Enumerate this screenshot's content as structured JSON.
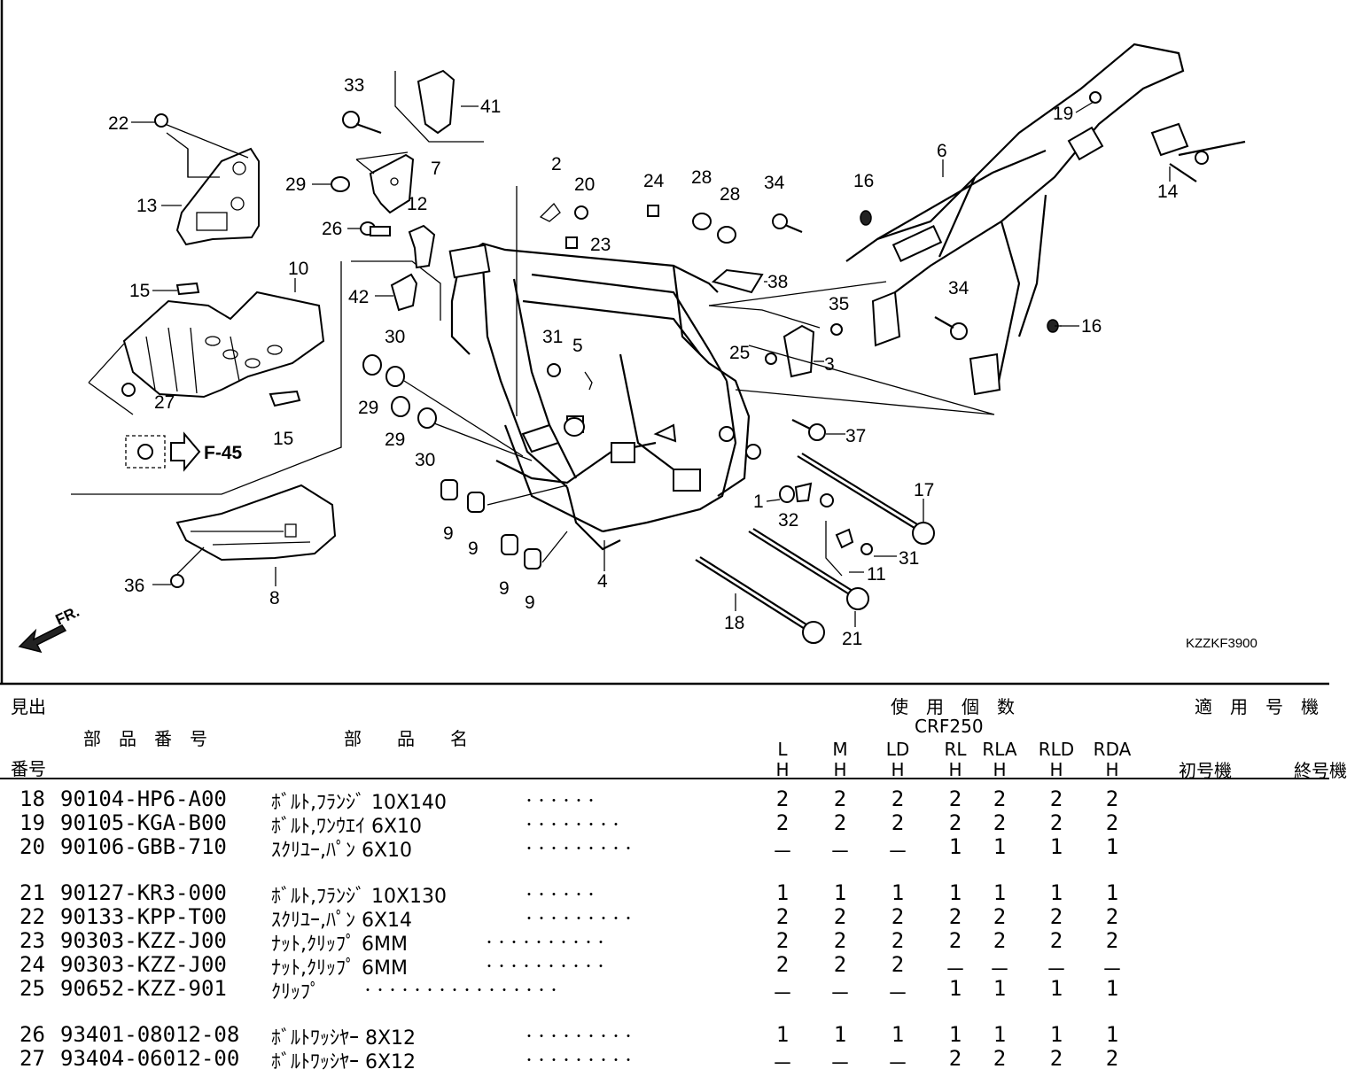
{
  "diagram": {
    "drawing_code": "KZZKF3900",
    "ref_label": "F-45",
    "front_label": "FR.",
    "callouts": [
      "22",
      "13",
      "33",
      "41",
      "29",
      "7",
      "26",
      "12",
      "42",
      "15",
      "10",
      "27",
      "15",
      "36",
      "8",
      "2",
      "20",
      "24",
      "28",
      "28",
      "23",
      "34",
      "16",
      "6",
      "19",
      "14",
      "38",
      "35",
      "25",
      "3",
      "34",
      "16",
      "31",
      "5",
      "30",
      "29",
      "29",
      "30",
      "9",
      "9",
      "9",
      "9",
      "4",
      "1",
      "32",
      "37",
      "17",
      "31",
      "11",
      "18",
      "21"
    ]
  },
  "table": {
    "headers": {
      "ref_top": "見出",
      "ref_bottom": "番号",
      "part_no": "部　品　番　号",
      "part_name": "部　　品　　名",
      "qty_title": "使　用　個　数",
      "model": "CRF250",
      "serial_title": "適　用　号　機",
      "first_serial": "初号機",
      "last_serial": "終号機"
    },
    "qty_columns": [
      {
        "top": "L",
        "bottom": "H"
      },
      {
        "top": "M",
        "bottom": "H"
      },
      {
        "top": "LD",
        "bottom": "H"
      },
      {
        "top": "RL",
        "bottom": "H"
      },
      {
        "top": "RLA",
        "bottom": "H"
      },
      {
        "top": "RLD",
        "bottom": "H"
      },
      {
        "top": "RDA",
        "bottom": "H"
      }
    ],
    "rows": [
      {
        "ref": "18",
        "part": "90104-HP6-A00",
        "name": "ﾎﾞﾙﾄ,ﾌﾗﾝｼﾞ 10X140",
        "dots": "・・・・・・",
        "qty": [
          "2",
          "2",
          "2",
          "2",
          "2",
          "2",
          "2"
        ]
      },
      {
        "ref": "19",
        "part": "90105-KGA-B00",
        "name": "ﾎﾞﾙﾄ,ﾜﾝｳｴｲ 6X10",
        "dots": "・・・・・・・・",
        "qty": [
          "2",
          "2",
          "2",
          "2",
          "2",
          "2",
          "2"
        ]
      },
      {
        "ref": "20",
        "part": "90106-GBB-710",
        "name": "ｽｸﾘﾕｰ,ﾊﾟﾝ 6X10",
        "dots": "・・・・・・・・・",
        "qty": [
          "－",
          "－",
          "－",
          "1",
          "1",
          "1",
          "1"
        ]
      },
      {
        "ref": "21",
        "part": "90127-KR3-000",
        "name": "ﾎﾞﾙﾄ,ﾌﾗﾝｼﾞ 10X130",
        "dots": "・・・・・・",
        "qty": [
          "1",
          "1",
          "1",
          "1",
          "1",
          "1",
          "1"
        ]
      },
      {
        "ref": "22",
        "part": "90133-KPP-T00",
        "name": "ｽｸﾘﾕｰ,ﾊﾟﾝ 6X14",
        "dots": "・・・・・・・・・",
        "qty": [
          "2",
          "2",
          "2",
          "2",
          "2",
          "2",
          "2"
        ]
      },
      {
        "ref": "23",
        "part": "90303-KZZ-J00",
        "name": "ﾅｯﾄ,ｸﾘｯﾌﾟ 6MM",
        "dots": "・・・・・・・・・・",
        "qty": [
          "2",
          "2",
          "2",
          "2",
          "2",
          "2",
          "2"
        ]
      },
      {
        "ref": "24",
        "part": "90303-KZZ-J00",
        "name": "ﾅｯﾄ,ｸﾘｯﾌﾟ 6MM",
        "dots": "・・・・・・・・・・",
        "qty": [
          "2",
          "2",
          "2",
          "－",
          "－",
          "－",
          "－"
        ]
      },
      {
        "ref": "25",
        "part": "90652-KZZ-901",
        "name": "ｸﾘｯﾌﾟ",
        "dots": "・・・・・・・・・・・・・・・・",
        "qty": [
          "－",
          "－",
          "－",
          "1",
          "1",
          "1",
          "1"
        ]
      },
      {
        "ref": "26",
        "part": "93401-08012-08",
        "name": "ﾎﾞﾙﾄﾜｯｼﾔｰ 8X12",
        "dots": "・・・・・・・・・",
        "qty": [
          "1",
          "1",
          "1",
          "1",
          "1",
          "1",
          "1"
        ]
      },
      {
        "ref": "27",
        "part": "93404-06012-00",
        "name": "ﾎﾞﾙﾄﾜｯｼﾔｰ 6X12",
        "dots": "・・・・・・・・・",
        "qty": [
          "－",
          "－",
          "－",
          "2",
          "2",
          "2",
          "2"
        ]
      }
    ]
  }
}
